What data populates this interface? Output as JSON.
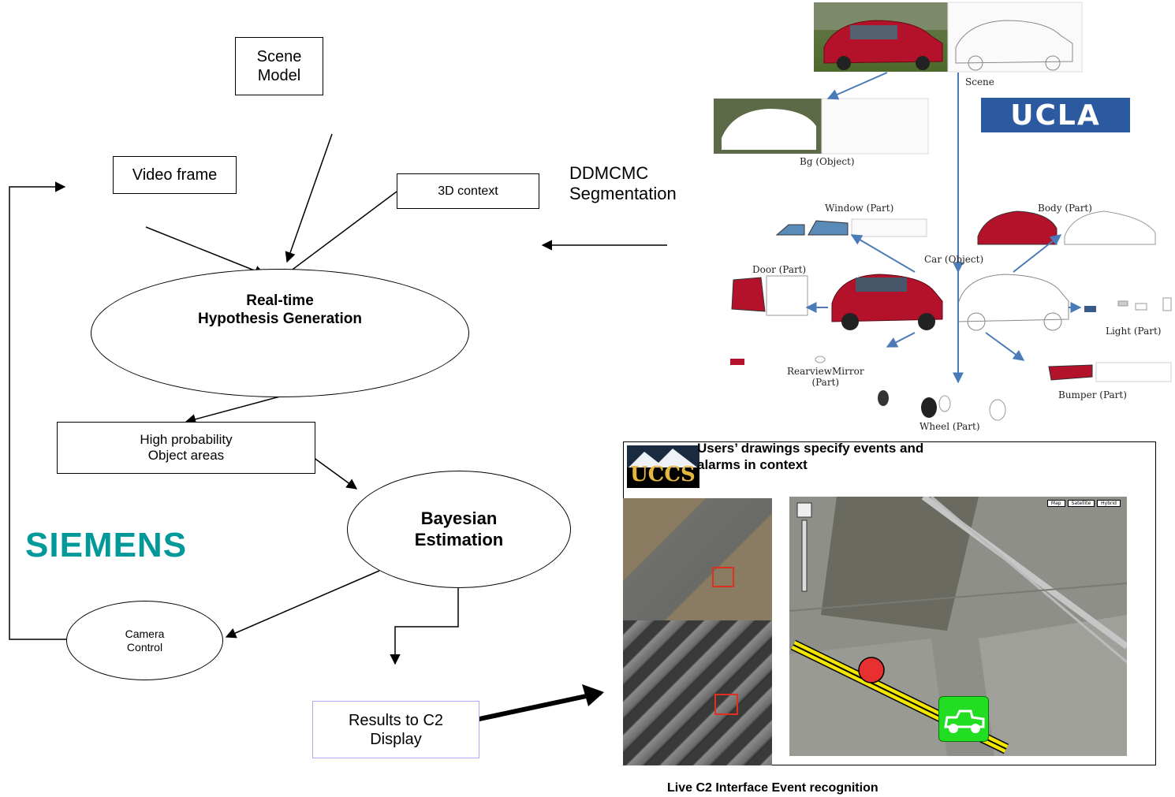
{
  "left_diagram": {
    "scene_model": "Scene\nModel",
    "video_frame": "Video frame",
    "context_3d": "3D context",
    "ddmcmc": "DDMCMC\nSegmentation",
    "hypothesis": "Real-time\nHypothesis Generation",
    "high_prob": "High probability\nObject areas",
    "bayesian": "Bayesian\nEstimation",
    "camera_control": "Camera\nControl",
    "results": "Results to C2\nDisplay",
    "siemens_logo": "SIEMENS"
  },
  "ucla_panel": {
    "logo": "UCLA",
    "labels": {
      "scene": "Scene",
      "bg": "Bg (Object)",
      "window": "Window (Part)",
      "body": "Body (Part)",
      "car": "Car (Object)",
      "door": "Door (Part)",
      "light": "Light (Part)",
      "mirror": "RearviewMirror\n(Part)",
      "bumper": "Bumper (Part)",
      "wheel": "Wheel (Part)"
    }
  },
  "uccs_panel": {
    "logo": "UCCS",
    "heading": "Users’ drawings specify events and\nalarms in context",
    "caption": "Live C2 Interface Event recognition",
    "map_buttons": [
      "Map",
      "Satellite",
      "Hybrid"
    ]
  },
  "colors": {
    "siemens": "#009999",
    "ucla": "#2c5aa0",
    "arrow_blue": "#4a7ab8",
    "car_red": "#b3122a",
    "results_border": "#b0a8f0",
    "jeep_green": "#22dd22",
    "track_yellow": "#f2e600",
    "marker_red": "#e83030"
  }
}
